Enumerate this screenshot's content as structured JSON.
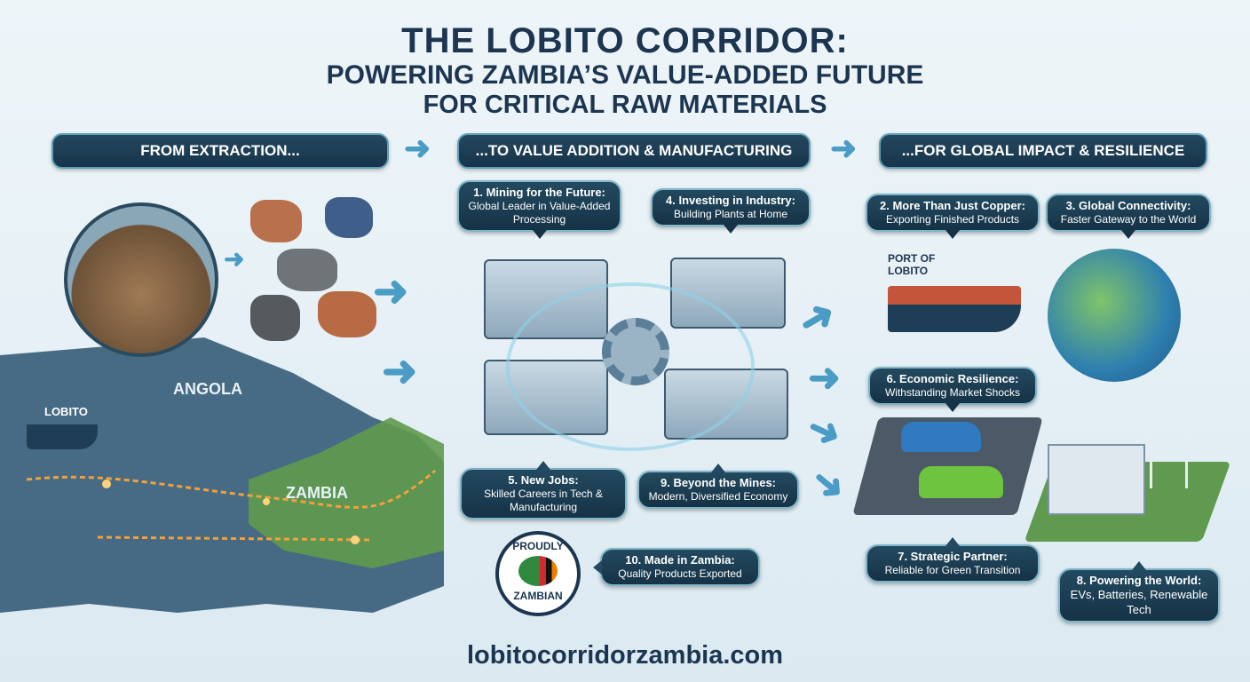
{
  "title": {
    "line1": "THE LOBITO CORRIDOR:",
    "line2": "POWERING ZAMBIA’S VALUE-ADDED FUTURE",
    "line3": "FOR CRITICAL RAW MATERIALS"
  },
  "stages": [
    "FROM EXTRACTION...",
    "...TO VALUE ADDITION & MANUFACTURING",
    "...FOR GLOBAL IMPACT & RESILIENCE"
  ],
  "callouts": [
    {
      "head": "1. Mining for the Future:",
      "body": "Global Leader in Value-Added Processing"
    },
    {
      "head": "2. More Than Just Copper:",
      "body": "Exporting Finished Products"
    },
    {
      "head": "3. Global Connectivity:",
      "body": "Faster Gateway to the World"
    },
    {
      "head": "4. Investing in Industry:",
      "body": "Building Plants at Home"
    },
    {
      "head": "5. New Jobs:",
      "body": "Skilled Careers in Tech & Manufacturing"
    },
    {
      "head": "6. Economic Resilience:",
      "body": "Withstanding Market Shocks"
    },
    {
      "head": "7. Strategic Partner:",
      "body": "Reliable for Green Transition"
    },
    {
      "head": "8. Powering the World:",
      "body": "EVs, Batteries, Renewable Tech"
    },
    {
      "head": "9. Beyond the Mines:",
      "body": "Modern, Diversified Economy"
    },
    {
      "head": "10. Made in Zambia:",
      "body": "Quality Products Exported"
    }
  ],
  "map_labels": {
    "lobito": "LOBITO",
    "angola": "ANGOLA",
    "zambia": "ZAMBIA",
    "port": "PORT OF LOBITO"
  },
  "badge": {
    "top": "PROUDLY",
    "bottom": "ZAMBIAN"
  },
  "website": "lobitocorridorzambia.com",
  "colors": {
    "navy": "#1c3550",
    "callout": "#1d3f55",
    "accent": "#4a9cc4",
    "zambia_green": "#5f9a4e"
  }
}
